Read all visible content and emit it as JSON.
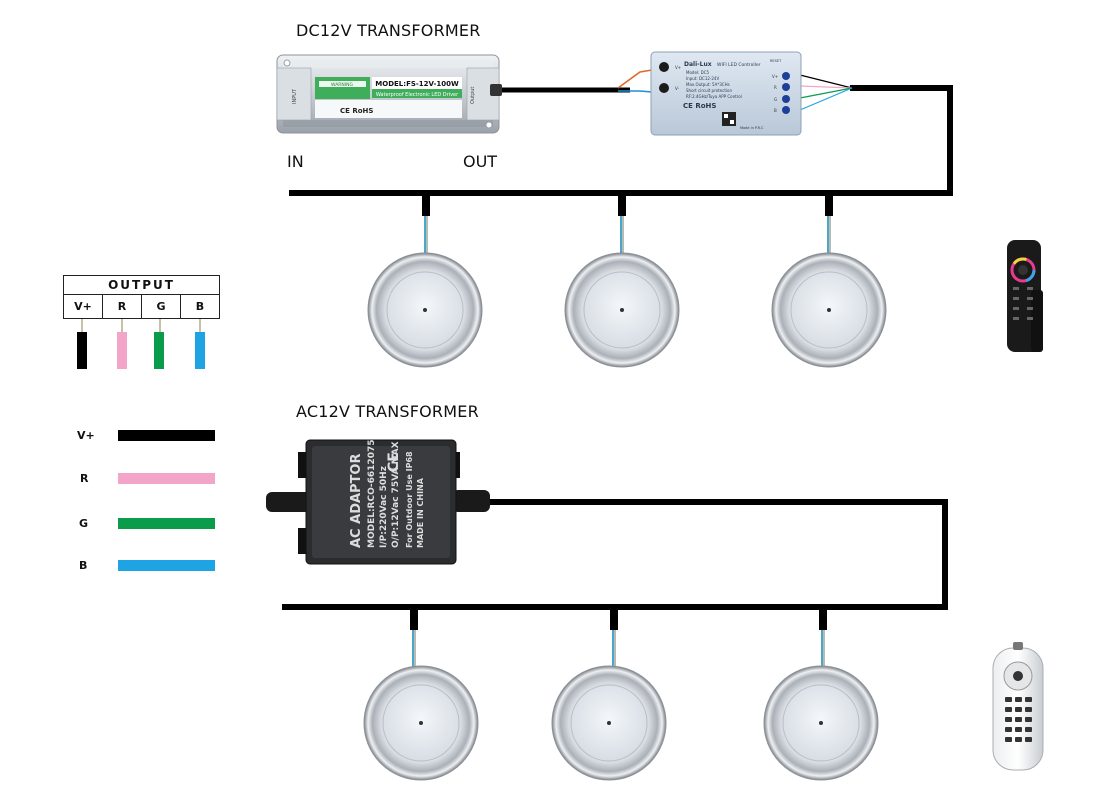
{
  "dc_section": {
    "title": "DC12V TRANSFORMER",
    "in_label": "IN",
    "out_label": "OUT",
    "driver": {
      "warning": "WARNING",
      "model": "MODEL:FS-12V-100W",
      "subtitle": "Waterproof Electronic LED Driver",
      "input_label": "INPUT",
      "output_label": "Output",
      "marks": "CE RoHS"
    },
    "controller": {
      "brand": "Dali-Lux",
      "subtitle": "WIFI LED Controller",
      "model": "Model: DC5",
      "input": "Input: DC12-24V",
      "max_output": "Max.Output: 5A*3CHs",
      "protection": "Short circuit protection",
      "rf": "RF:2.4GHz/Tuya APP Control",
      "made_in": "Made in P.R.C",
      "marks": "CE RoHS",
      "reset": "RESET",
      "terminals": [
        "V+",
        "R",
        "G",
        "B"
      ],
      "input_terminals": [
        "V+",
        "V-"
      ]
    }
  },
  "ac_section": {
    "title": "AC12V TRANSFORMER",
    "adaptor": {
      "line1": "AC ADAPTOR",
      "line2": "MODEL:RCO-6612075",
      "line3": "I/P:220Vac 50Hz",
      "line4": "O/P:12Vac 75VA MAX",
      "line5": "For Outdoor Use IP68",
      "line6": "MADE IN CHINA",
      "mark": "CE"
    }
  },
  "output_table": {
    "header": "OUTPUT",
    "columns": [
      "V+",
      "R",
      "G",
      "B"
    ]
  },
  "legend": [
    {
      "label": "V+",
      "color": "#000000"
    },
    {
      "label": "R",
      "color": "#f2a5c8"
    },
    {
      "label": "G",
      "color": "#0a9c4a"
    },
    {
      "label": "B",
      "color": "#1ea3e3"
    }
  ],
  "wire_colors": {
    "V+": "#000000",
    "R": "#f2a5c8",
    "G": "#0a9c4a",
    "B": "#1ea3e3"
  }
}
